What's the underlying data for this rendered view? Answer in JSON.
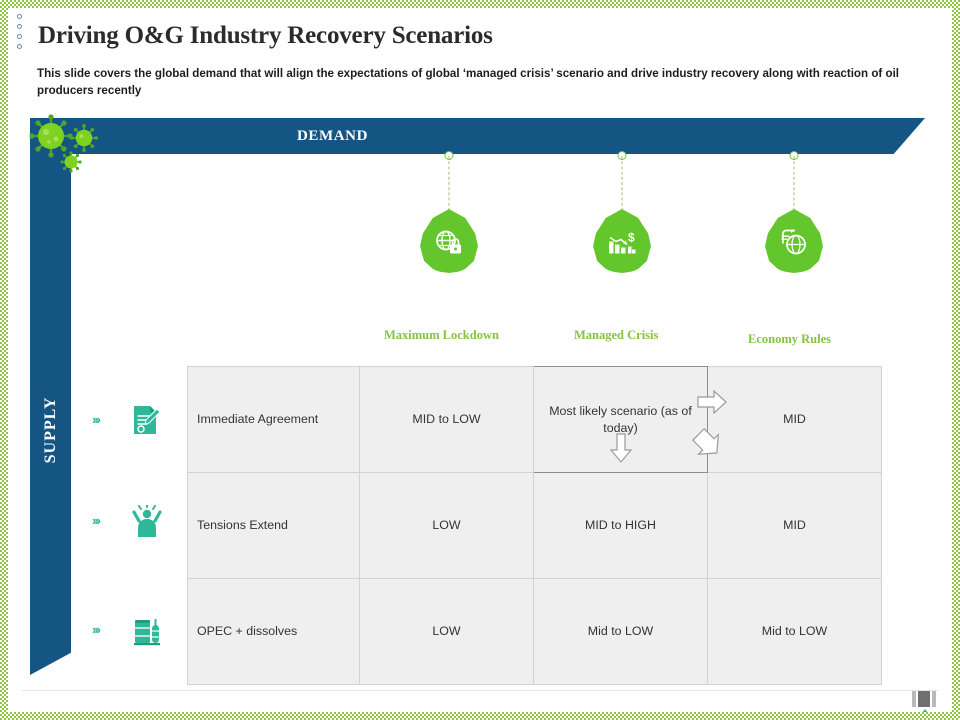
{
  "slide": {
    "title": "Driving O&G Industry Recovery Scenarios",
    "subtitle": "This slide covers the global demand that will align the expectations of global ‘managed crisis’ scenario and drive industry recovery along with reaction of oil producers recently"
  },
  "axes": {
    "demand_label": "DEMAND",
    "supply_label": "SUPPLY"
  },
  "scenarios": [
    {
      "label": "Maximum Lockdown",
      "icon": "globe-lock-icon"
    },
    {
      "label": "Managed Crisis",
      "icon": "declining-bar-chart-dollar-icon"
    },
    {
      "label": "Economy Rules",
      "icon": "globe-recovery-icon"
    }
  ],
  "matrix": {
    "rows": [
      {
        "header": "Immediate Agreement",
        "icon": "agreement-document-icon",
        "chevron": "›››",
        "cells": [
          {
            "value": "MID to LOW",
            "highlight": false
          },
          {
            "value": "Most likely scenario (as of today)",
            "highlight": true
          },
          {
            "value": "MID",
            "highlight": false
          }
        ]
      },
      {
        "header": "Tensions Extend",
        "icon": "tension-person-icon",
        "chevron": "›››",
        "cells": [
          {
            "value": "LOW",
            "highlight": false
          },
          {
            "value": "MID to HIGH",
            "highlight": false
          },
          {
            "value": "MID",
            "highlight": false
          }
        ]
      },
      {
        "header": "OPEC + dissolves",
        "icon": "oil-tank-icon",
        "chevron": "›››",
        "cells": [
          {
            "value": "LOW",
            "highlight": false
          },
          {
            "value": "Mid to LOW",
            "highlight": false
          },
          {
            "value": "Mid to LOW",
            "highlight": false
          }
        ]
      }
    ]
  },
  "decorations": {
    "virus_icon": "coronavirus-icon",
    "arrow_down": "arrow-down-outline-icon",
    "arrow_right": "arrow-right-outline-icon",
    "arrow_diagonal": "arrow-diagonal-down-right-outline-icon",
    "footer_mark": "footer-decoration-icon"
  },
  "colors": {
    "brand_blue": "#145584",
    "accent_green": "#62c62c",
    "label_green": "#86c440",
    "icon_teal": "#35b29a",
    "cell_bg": "#efefef",
    "frame_green": "#8cc63f"
  }
}
